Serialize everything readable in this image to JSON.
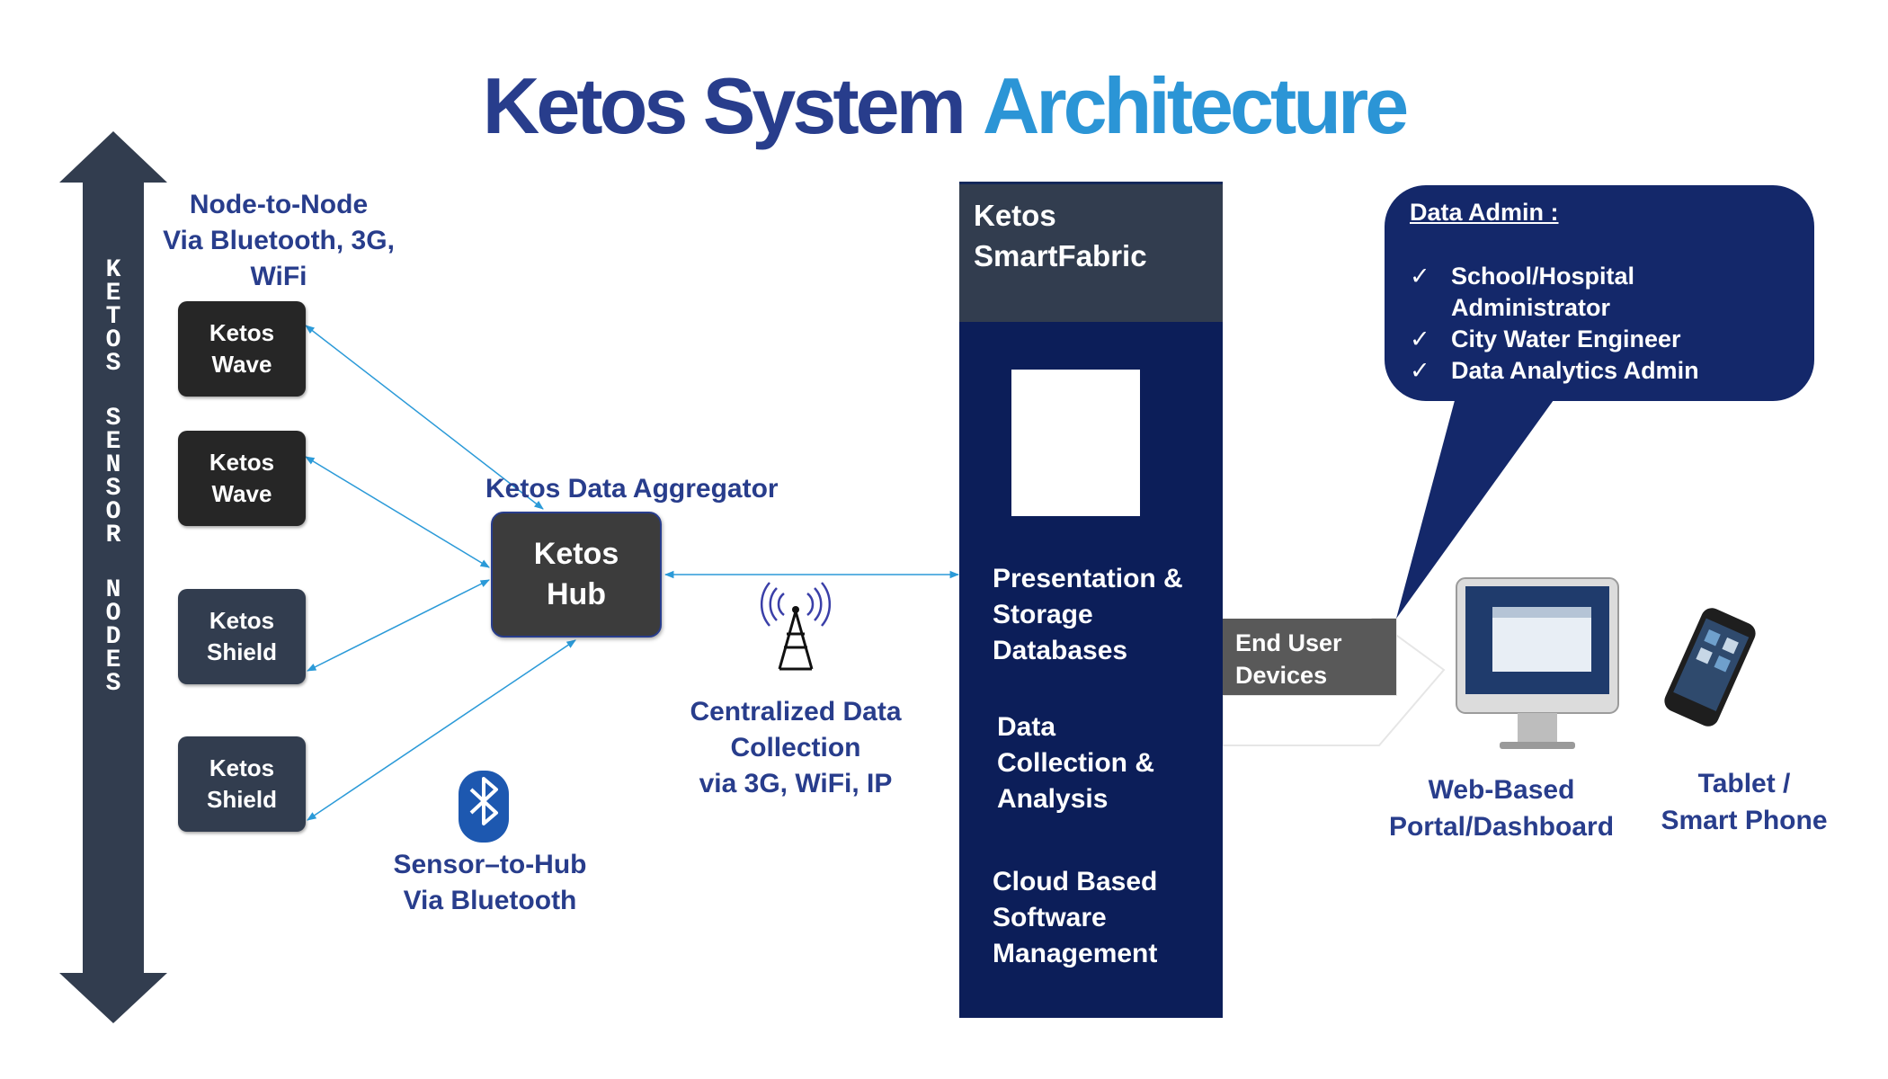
{
  "title": {
    "part1": "Ketos System",
    "part2": "Architecture"
  },
  "axis_label": {
    "words": [
      "KETOS",
      "SENSOR",
      "NODES"
    ]
  },
  "annotations": {
    "node_to_node": [
      "Node-to-Node",
      "Via Bluetooth, 3G,",
      "WiFi"
    ],
    "aggregator": "Ketos Data Aggregator",
    "sensor_to_hub": [
      "Sensor–to-Hub",
      "Via Bluetooth"
    ],
    "centralized": [
      "Centralized Data",
      "Collection",
      "via 3G, WiFi, IP"
    ]
  },
  "nodes": [
    {
      "line1": "Ketos",
      "line2": "Wave"
    },
    {
      "line1": "Ketos",
      "line2": "Wave"
    },
    {
      "line1": "Ketos",
      "line2": "Shield"
    },
    {
      "line1": "Ketos",
      "line2": "Shield"
    }
  ],
  "hub": {
    "line1": "Ketos",
    "line2": "Hub"
  },
  "fabric": {
    "header": [
      "Ketos",
      "SmartFabric"
    ],
    "items": [
      [
        "Presentation &",
        "Storage",
        "Databases"
      ],
      [
        "Data",
        "Collection &",
        "Analysis"
      ],
      [
        "Cloud Based",
        "Software",
        "Management"
      ]
    ]
  },
  "end_user": [
    "End User",
    "Devices"
  ],
  "callout": {
    "title": "Data Admin :",
    "items": [
      "School/Hospital Administrator",
      "City Water Engineer",
      "Data Analytics Admin"
    ]
  },
  "devices": {
    "web": [
      "Web-Based",
      "Portal/Dashboard"
    ],
    "mobile": [
      "Tablet /",
      "Smart Phone"
    ]
  },
  "colors": {
    "title_dark": "#283d8c",
    "title_light": "#2b95d6",
    "fabric_body": "#0c1e59",
    "connector": "#2b9ad8",
    "arrow": "#323d4f"
  }
}
